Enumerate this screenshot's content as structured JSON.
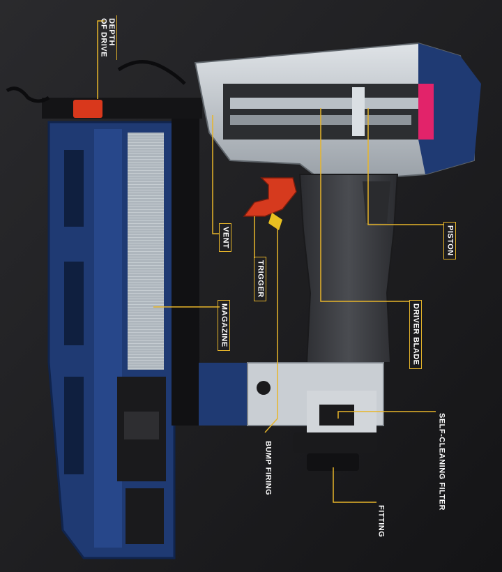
{
  "figure": {
    "labels": {
      "depth_of_drive_line1": "DEPTH",
      "depth_of_drive_line2": "OF DRIVE",
      "vent": "VENT",
      "trigger": "TRIGGER",
      "magazine": "MAGAZINE",
      "bump_firing": "BUMP FIRING",
      "piston": "PISTON",
      "driver_blade": "DRIVER BLADE",
      "self_cleaning_filter": "SELF-CLEANING FILTER",
      "fitting": "FITTING"
    },
    "colors": {
      "background": "#1d1d1f",
      "leader_line": "#e7b52a",
      "label_text": "#ffffff",
      "tool_body_blue": "#1f3a73",
      "tool_housing_silver": "#c9ced3",
      "trigger_red": "#d63a1e",
      "grip_dark": "#3a3b3f",
      "nail_strip": "#b8c0c6"
    }
  }
}
